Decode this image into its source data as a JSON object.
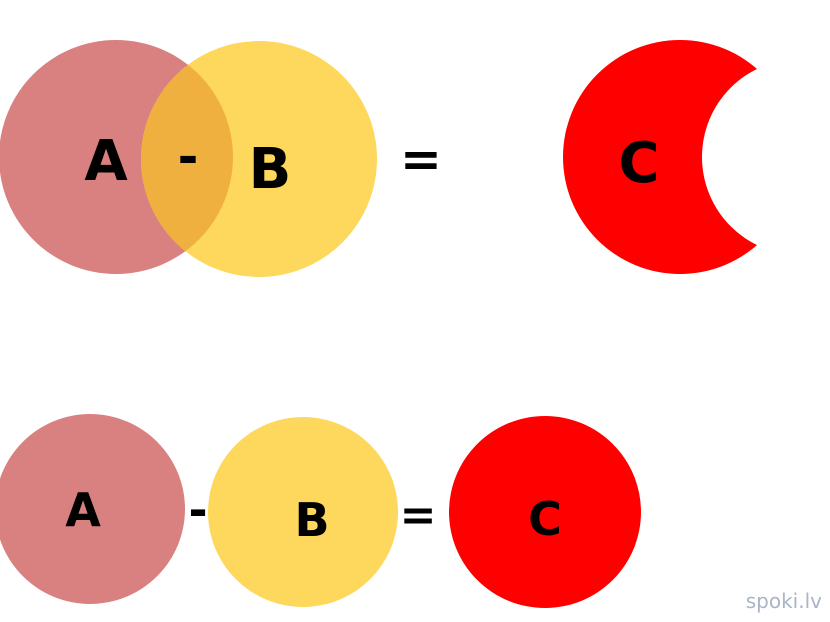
{
  "colors": {
    "circle_a": "#d98080",
    "circle_b": "#fdd85d",
    "overlap": "#f0b040",
    "circle_c": "#ff0000",
    "text": "#000000",
    "watermark": "#a9b4c8"
  },
  "top_equation": {
    "label_a": "A",
    "operator_minus": "-",
    "label_b": "B",
    "operator_equals": "=",
    "label_c": "C"
  },
  "bottom_equation": {
    "label_a": "A",
    "operator_minus": "-",
    "label_b": "B",
    "operator_equals": "=",
    "label_c": "C"
  },
  "watermark": {
    "text": "spoki.lv"
  }
}
